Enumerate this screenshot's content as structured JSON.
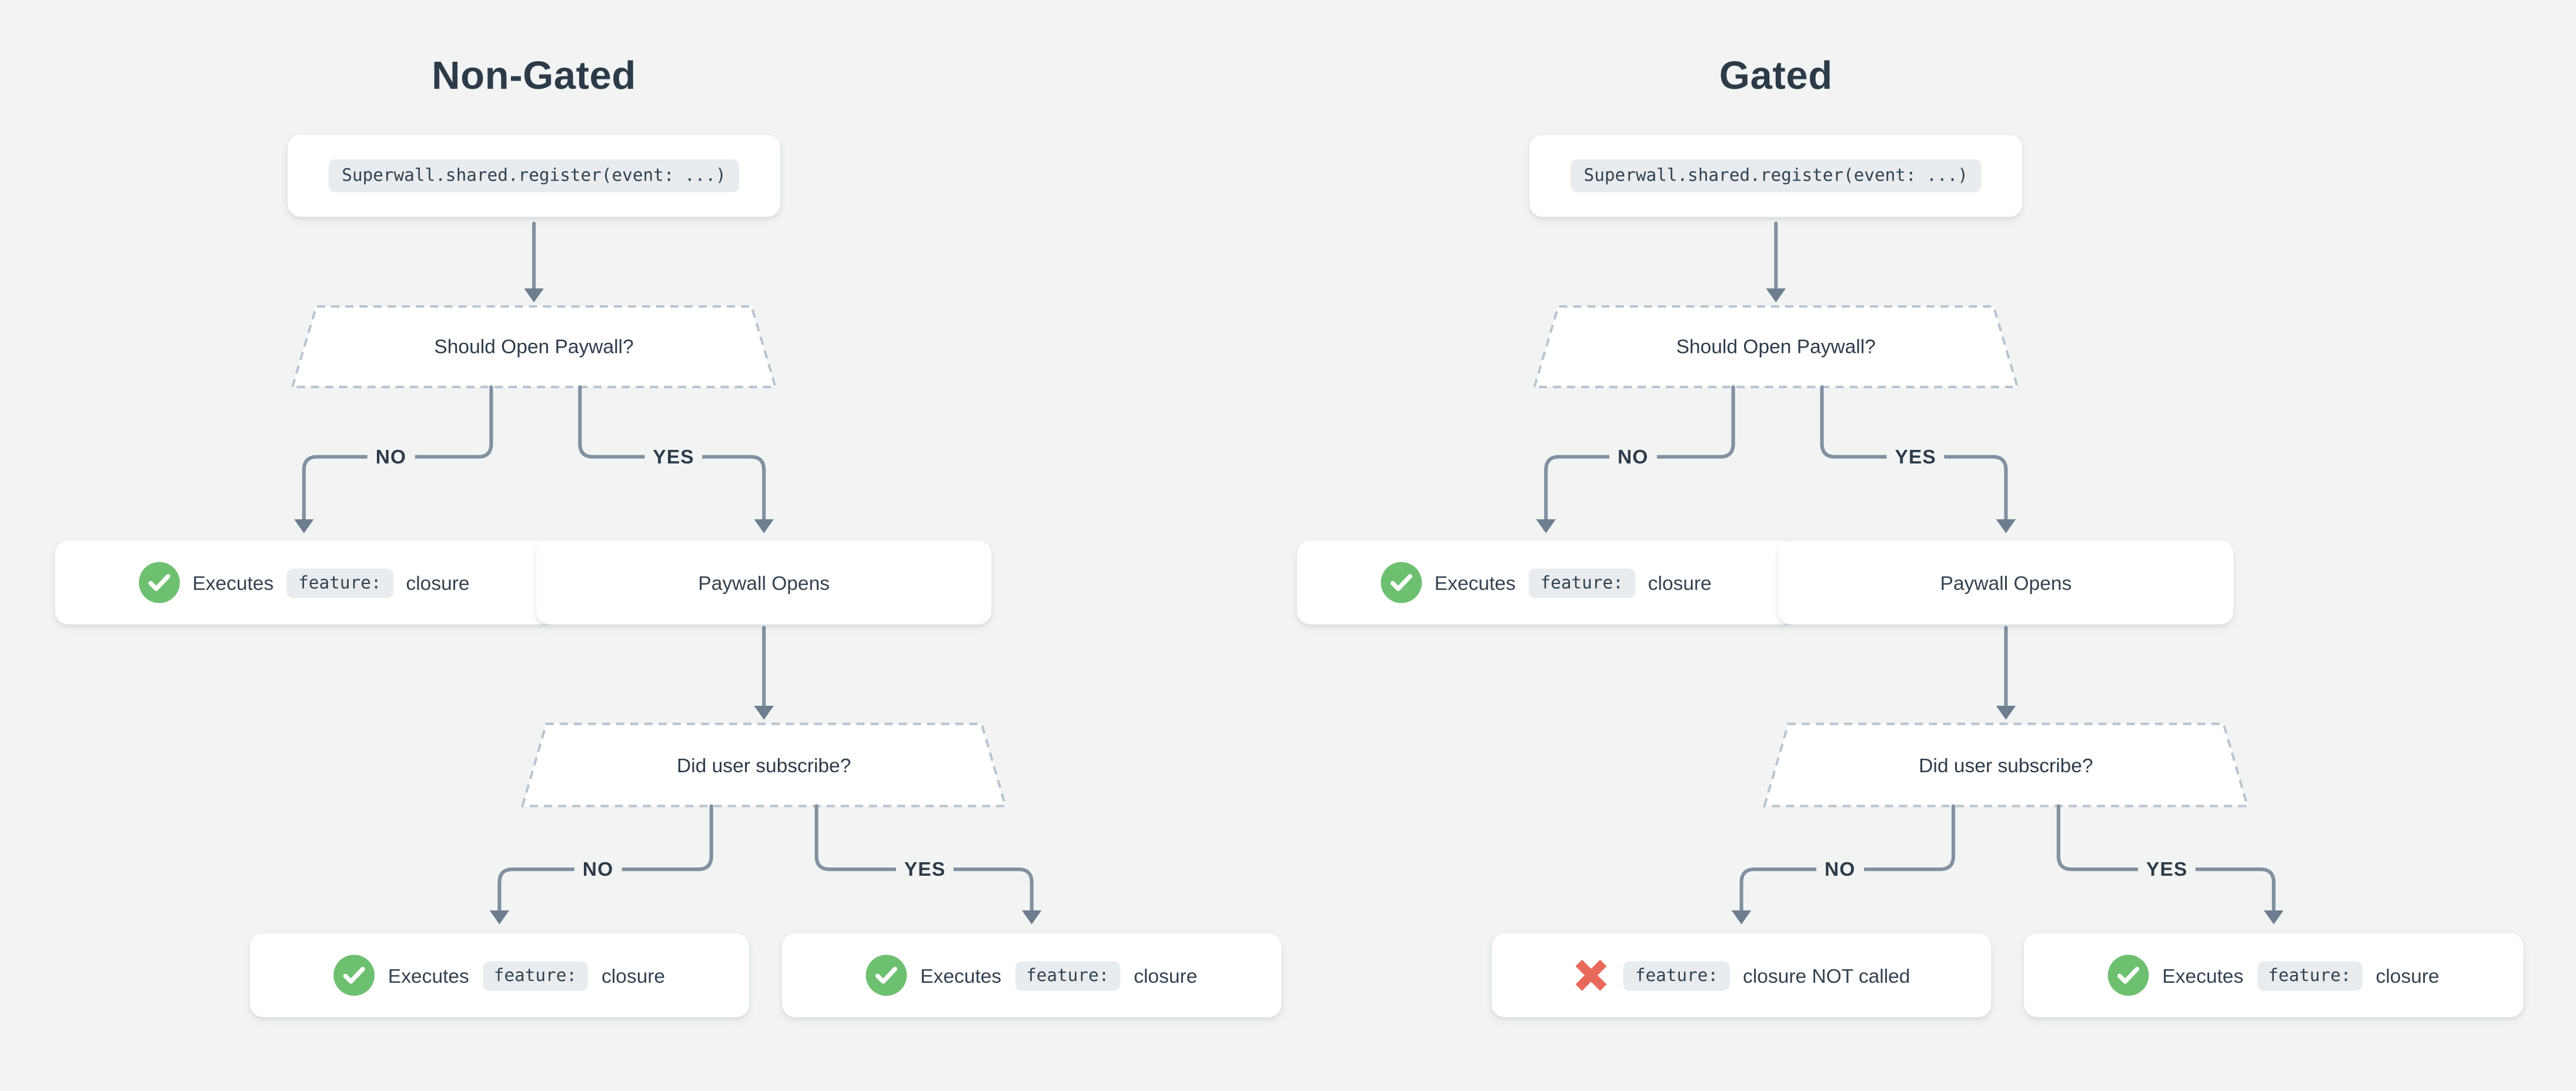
{
  "page": {
    "background_color": "#f2f4f4"
  },
  "colors": {
    "title_text": "#2d3b49",
    "node_text": "#33424f",
    "connector_line": "#8191a1",
    "arrowhead": "#6e7e90",
    "dashed_border": "#b9c5d1",
    "card_background": "#ffffff",
    "code_chip_background": "#e8ecef",
    "success_green": "#6ec071",
    "error_red": "#e8695a"
  },
  "charts": [
    {
      "title": "Non-Gated",
      "code": "Superwall.shared.register(event: ...)",
      "decision1": "Should Open Paywall?",
      "branch1": {
        "no": "NO",
        "yes": "YES"
      },
      "result1_no": {
        "icon": "check-circle",
        "check": true,
        "cross": false,
        "pre": "Executes",
        "pre_show": true,
        "chip": "feature:",
        "chip_show": true,
        "post": "closure",
        "post_show": true
      },
      "result1_yes": {
        "icon": "",
        "check": false,
        "cross": false,
        "pre": "Paywall Opens",
        "pre_show": true,
        "chip": "",
        "chip_show": false,
        "post": "",
        "post_show": false
      },
      "decision2": "Did user subscribe?",
      "branch2": {
        "no": "NO",
        "yes": "YES"
      },
      "result2_no": {
        "icon": "check-circle",
        "check": true,
        "cross": false,
        "pre": "Executes",
        "pre_show": true,
        "chip": "feature:",
        "chip_show": true,
        "post": "closure",
        "post_show": true
      },
      "result2_yes": {
        "icon": "check-circle",
        "check": true,
        "cross": false,
        "pre": "Executes",
        "pre_show": true,
        "chip": "feature:",
        "chip_show": true,
        "post": "closure",
        "post_show": true
      }
    },
    {
      "title": "Gated",
      "code": "Superwall.shared.register(event: ...)",
      "decision1": "Should Open Paywall?",
      "branch1": {
        "no": "NO",
        "yes": "YES"
      },
      "result1_no": {
        "icon": "check-circle",
        "check": true,
        "cross": false,
        "pre": "Executes",
        "pre_show": true,
        "chip": "feature:",
        "chip_show": true,
        "post": "closure",
        "post_show": true
      },
      "result1_yes": {
        "icon": "",
        "check": false,
        "cross": false,
        "pre": "Paywall Opens",
        "pre_show": true,
        "chip": "",
        "chip_show": false,
        "post": "",
        "post_show": false
      },
      "decision2": "Did user subscribe?",
      "branch2": {
        "no": "NO",
        "yes": "YES"
      },
      "result2_no": {
        "icon": "x-cross",
        "check": false,
        "cross": true,
        "pre": "",
        "pre_show": false,
        "chip": "feature:",
        "chip_show": true,
        "post": "closure NOT called",
        "post_show": true
      },
      "result2_yes": {
        "icon": "check-circle",
        "check": true,
        "cross": false,
        "pre": "Executes",
        "pre_show": true,
        "chip": "feature:",
        "chip_show": true,
        "post": "closure",
        "post_show": true
      }
    }
  ]
}
